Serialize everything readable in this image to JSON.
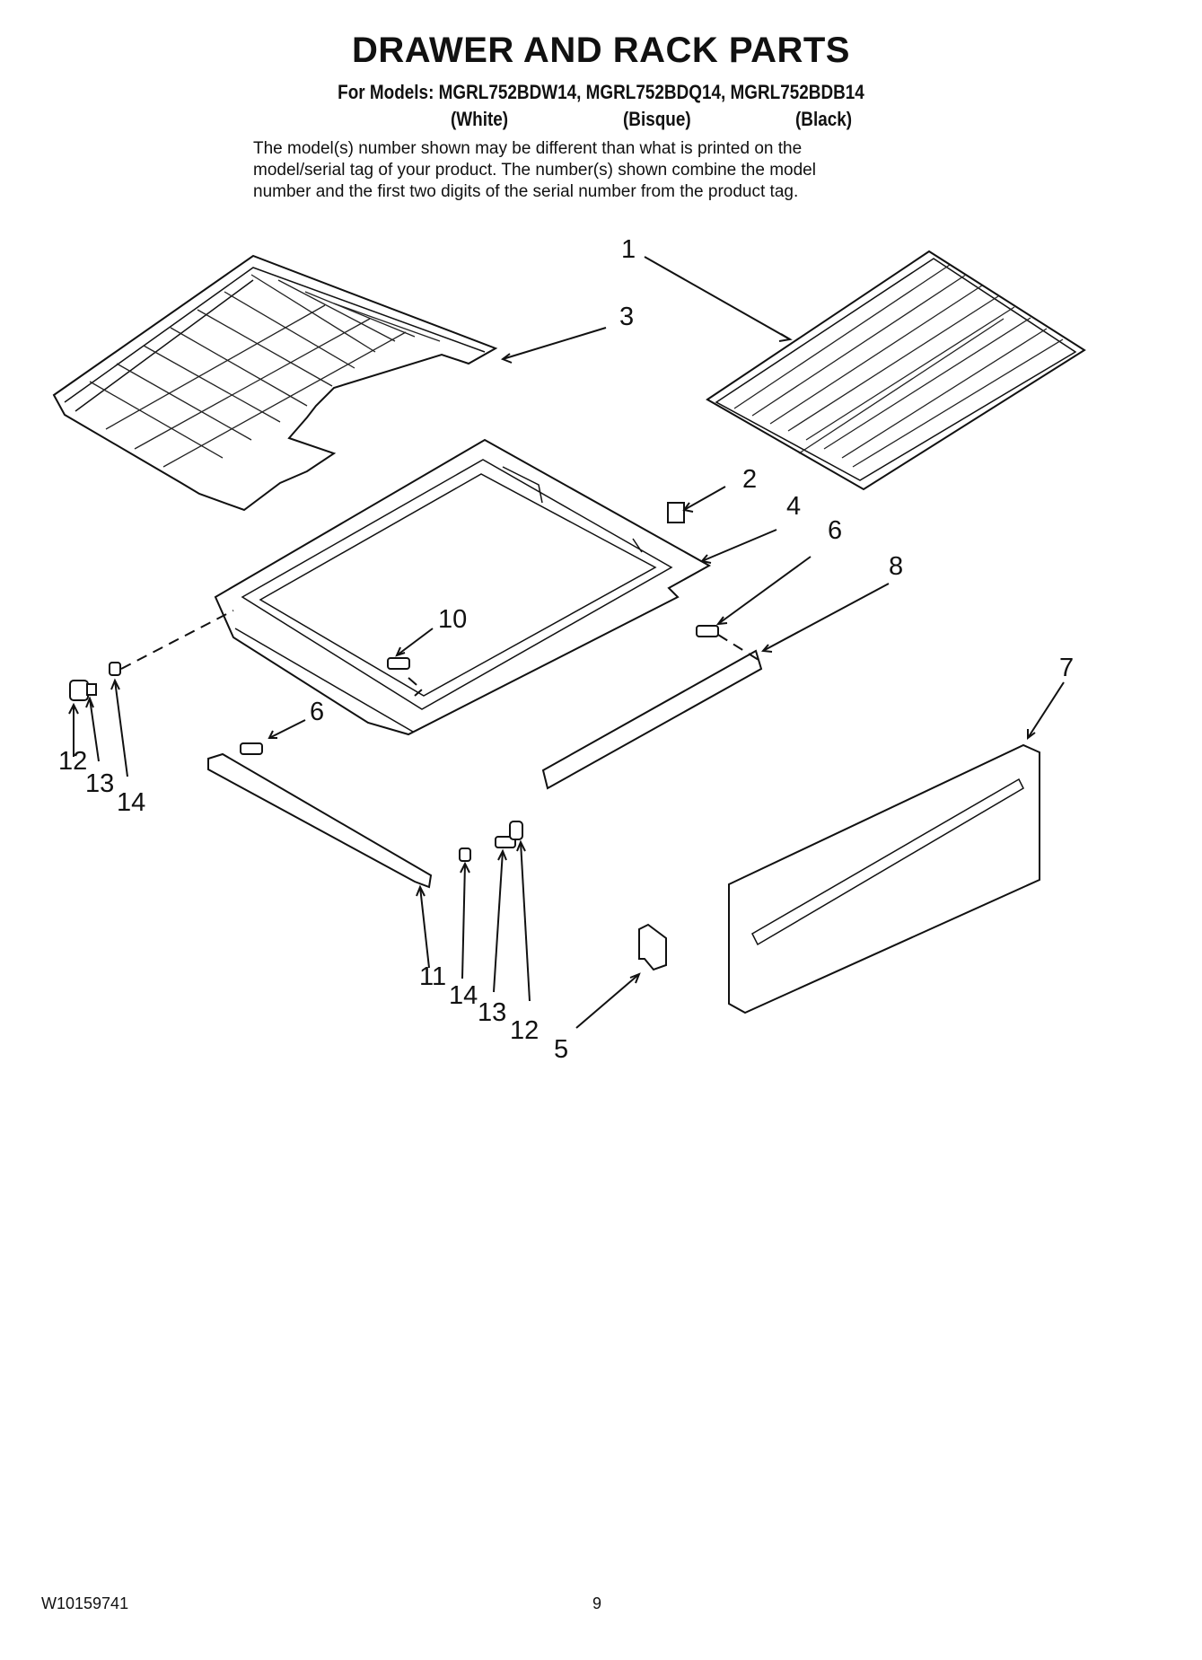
{
  "header": {
    "title": "DRAWER AND RACK PARTS",
    "models_line": "For Models: MGRL752BDW14, MGRL752BDQ14, MGRL752BDB14",
    "colors": [
      "(White)",
      "(Bisque)",
      "(Black)"
    ],
    "note_lines": [
      "The model(s) number shown may be different than what is printed on the",
      "model/serial tag of your product. The number(s) shown combine the model",
      "number and the first two digits of the serial number from the product tag."
    ]
  },
  "callouts": [
    "1",
    "3",
    "2",
    "4",
    "6",
    "8",
    "10",
    "7",
    "6",
    "12",
    "13",
    "14",
    "11",
    "14",
    "13",
    "12",
    "5"
  ],
  "footer": {
    "doc_number": "W10159741",
    "page_number": "9"
  }
}
